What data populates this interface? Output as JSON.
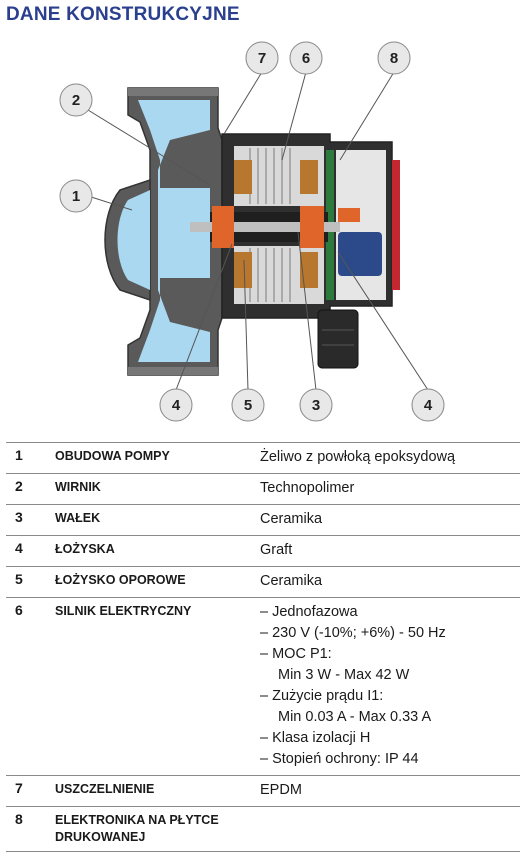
{
  "title": "DANE KONSTRUKCYJNE",
  "callouts": [
    "7",
    "6",
    "8",
    "2",
    "1",
    "4",
    "5",
    "3",
    "4"
  ],
  "rows": [
    {
      "num": "1",
      "label": "OBUDOWA POMPY",
      "value": [
        "Żeliwo z powłoką epoksydową"
      ]
    },
    {
      "num": "2",
      "label": "WIRNIK",
      "value": [
        "Technopolimer"
      ]
    },
    {
      "num": "3",
      "label": "WAŁEK",
      "value": [
        "Ceramika"
      ]
    },
    {
      "num": "4",
      "label": "ŁOŻYSKA",
      "value": [
        "Graft"
      ]
    },
    {
      "num": "5",
      "label": "ŁOŻYSKO OPOROWE",
      "value": [
        "Ceramika"
      ]
    },
    {
      "num": "6",
      "label": "SILNIK ELEKTRYCZNY",
      "value": [
        "– Jednofazowa",
        "– 230 V (-10%; +6%) - 50 Hz",
        "– MOC P1:",
        "Min 3 W  -  Max 42 W",
        "– Zużycie prądu I1:",
        "Min 0.03 A  -  Max 0.33 A",
        "– Klasa izolacji H",
        "– Stopień ochrony: IP 44"
      ]
    },
    {
      "num": "7",
      "label": "USZCZELNIENIE",
      "value": [
        "EPDM"
      ]
    },
    {
      "num": "8",
      "label": "ELEKTRONIKA NA PŁYTCE DRUKOWANEJ",
      "value": []
    }
  ]
}
